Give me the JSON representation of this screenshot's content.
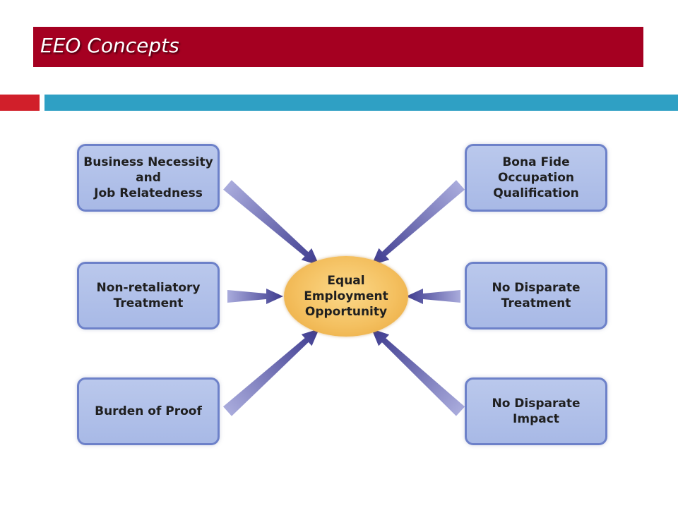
{
  "slide": {
    "title": "EEO Concepts"
  },
  "diagram": {
    "center": "Equal\nEmployment\nOpportunity",
    "nodes": {
      "business_necessity": "Business Necessity\nand\nJob Relatedness",
      "non_retaliatory": "Non-retaliatory\nTreatment",
      "burden_of_proof": "Burden of Proof",
      "bona_fide": "Bona Fide\nOccupation\nQualification",
      "no_disparate_treatment": "No Disparate\nTreatment",
      "no_disparate_impact": "No Disparate\nImpact"
    }
  },
  "colors": {
    "title_bar": "#a50021",
    "accent_red": "#d11f2a",
    "accent_teal": "#2fa0c4",
    "node_fill": "#b0c0e8",
    "node_border": "#6d81c9",
    "hub_fill": "#f4c060",
    "arrow": "#3d3a8e"
  }
}
